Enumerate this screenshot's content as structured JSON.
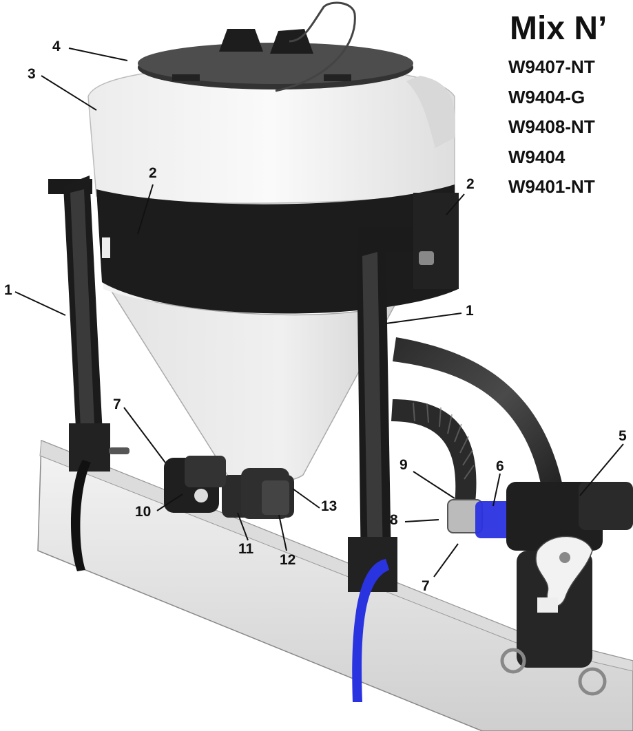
{
  "title": "Mix N’",
  "models": [
    "W9407-NT",
    "W9404-G",
    "W9408-NT",
    "W9404",
    "W9401-NT"
  ],
  "callouts": {
    "c4": "4",
    "c3": "3",
    "c2_left": "2",
    "c2_right": "2",
    "c1_left": "1",
    "c1_right": "1",
    "c7_left": "7",
    "c7_right": "7",
    "c10": "10",
    "c11": "11",
    "c12": "12",
    "c13": "13",
    "c9": "9",
    "c8": "8",
    "c6": "6",
    "c5": "5"
  },
  "watermark_color": "#2a33e0"
}
